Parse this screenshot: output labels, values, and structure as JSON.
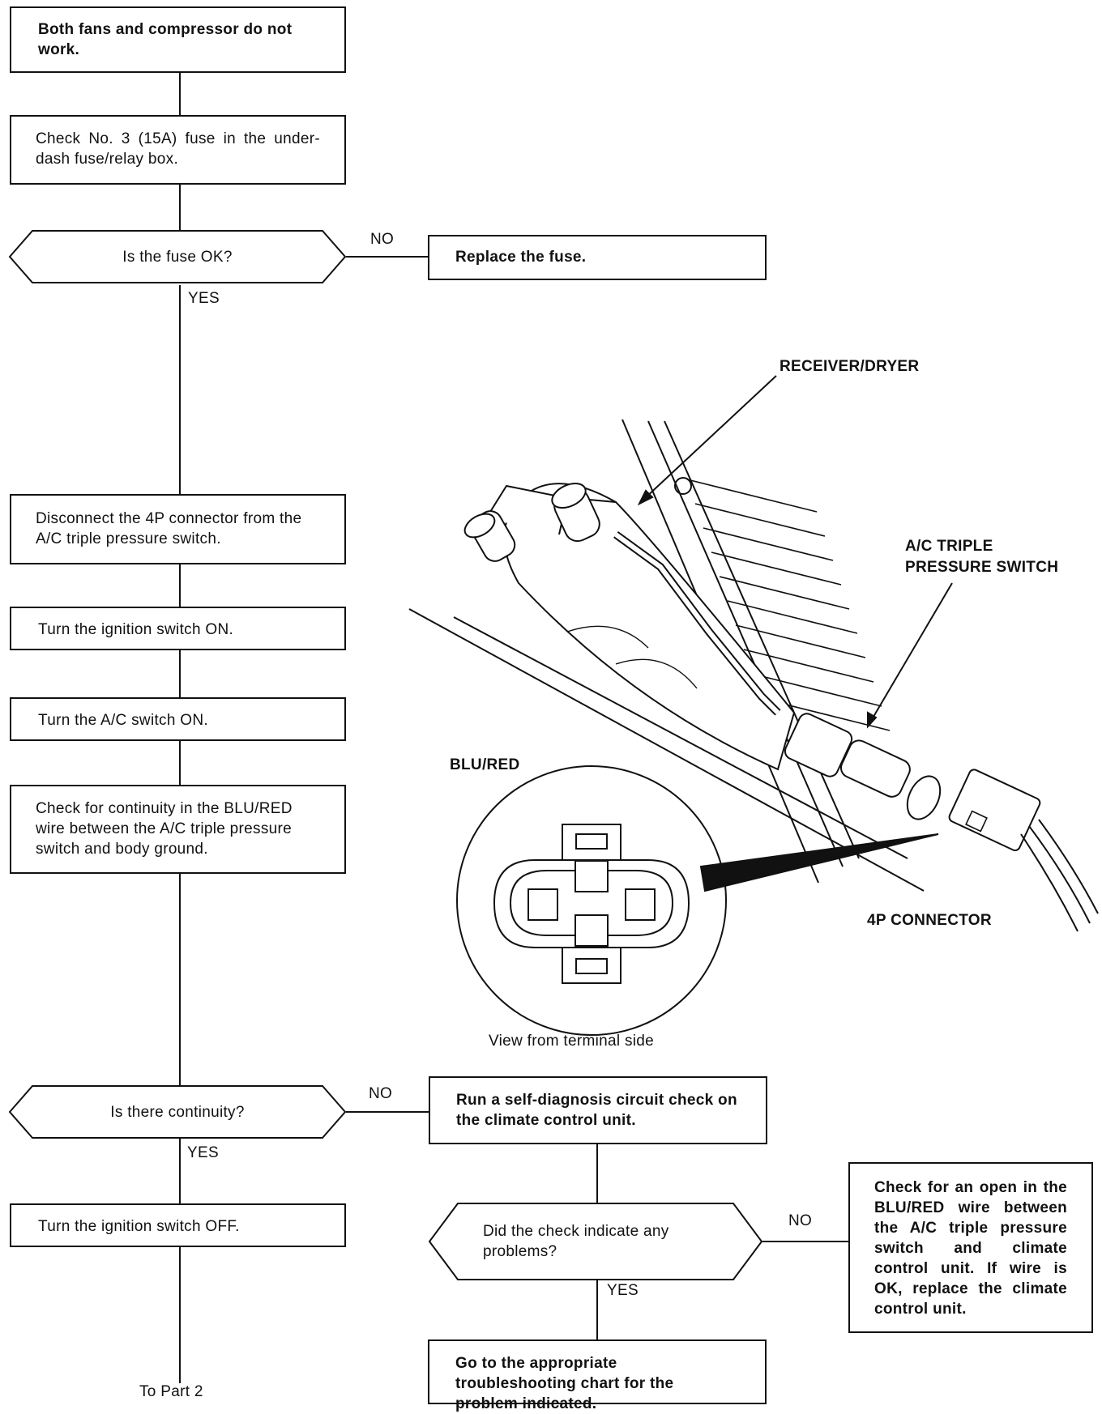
{
  "flow": {
    "step1": "Both fans and compressor do not work.",
    "step2": "Check No. 3 (15A) fuse in the under-dash fuse/relay box.",
    "decision_fuse": "Is the fuse OK?",
    "fuse_no": "NO",
    "fuse_yes": "YES",
    "replace_fuse": "Replace the fuse.",
    "step3": "Disconnect the 4P connector from the A/C triple pressure switch.",
    "step4": "Turn the ignition switch ON.",
    "step5": "Turn the A/C switch ON.",
    "step6": "Check for continuity in the BLU/RED wire between the A/C triple pressure switch and body ground.",
    "decision_continuity": "Is there continuity?",
    "continuity_no": "NO",
    "continuity_yes": "YES",
    "self_diag": "Run a self-diagnosis circuit check on the climate control unit.",
    "decision_problems": "Did the check indicate any problems?",
    "problems_no": "NO",
    "problems_yes": "YES",
    "open_wire": "Check for an open in the BLU/RED wire between the A/C triple pressure switch and climate control unit. If wire is OK, replace the climate control unit.",
    "goto_chart": "Go to the appropriate troubleshooting chart for the problem indicated.",
    "step7": "Turn the ignition switch OFF.",
    "to_part2": "To Part 2"
  },
  "illustration": {
    "receiver_dryer": "RECEIVER/DRYER",
    "triple_switch_line1": "A/C TRIPLE",
    "triple_switch_line2": "PRESSURE SWITCH",
    "connector_4p": "4P CONNECTOR",
    "blu_red": "BLU/RED",
    "terminal_view": "View from terminal side"
  }
}
